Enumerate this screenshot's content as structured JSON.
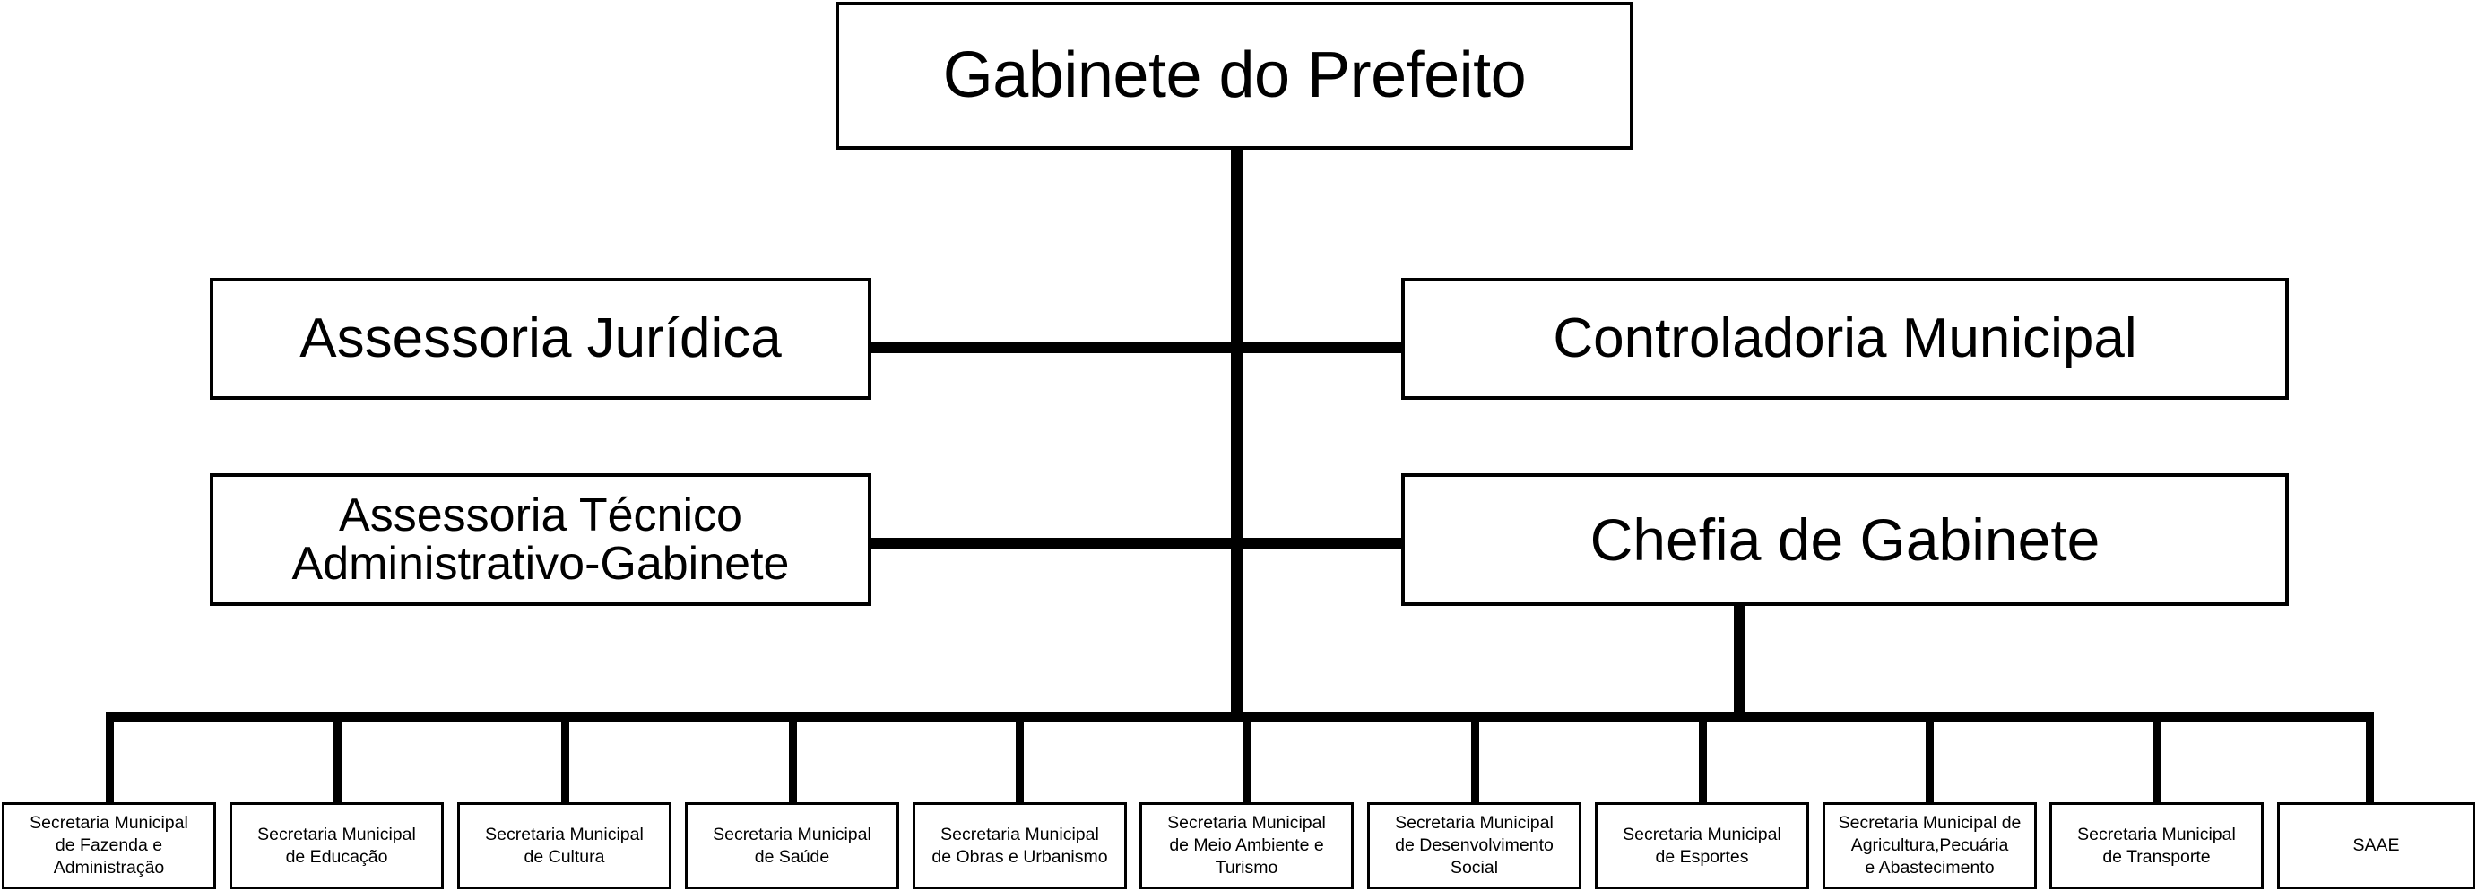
{
  "chart_data": {
    "type": "diagram",
    "diagram_kind": "organizational-chart",
    "title": "Gabinete do Prefeito",
    "orientation": "top-down",
    "background_color": "#ffffff",
    "line_color": "#000000",
    "box_fill": "#ffffff",
    "levels": [
      {
        "level": 1,
        "nodes": [
          {
            "id": "gabinete-prefeito",
            "label": "Gabinete do Prefeito"
          }
        ]
      },
      {
        "level": 2,
        "nodes": [
          {
            "id": "assessoria-juridica",
            "label": "Assessoria Jurídica",
            "side": "left"
          },
          {
            "id": "controladoria-municipal",
            "label": "Controladoria Municipal",
            "side": "right"
          }
        ]
      },
      {
        "level": 3,
        "nodes": [
          {
            "id": "assessoria-tecnico",
            "label": "Assessoria Técnico\nAdministrativo-Gabinete",
            "side": "left"
          },
          {
            "id": "chefia-gabinete",
            "label": "Chefia de Gabinete",
            "side": "right"
          }
        ]
      }
    ],
    "secretariats": [
      {
        "id": "fazenda",
        "label": "Secretaria Municipal\nde Fazenda e\nAdministração"
      },
      {
        "id": "educacao",
        "label": "Secretaria Municipal\nde Educação"
      },
      {
        "id": "cultura",
        "label": "Secretaria Municipal\nde Cultura"
      },
      {
        "id": "saude",
        "label": "Secretaria Municipal\nde Saúde"
      },
      {
        "id": "obras",
        "label": "Secretaria Municipal\nde Obras e Urbanismo"
      },
      {
        "id": "meio-ambiente",
        "label": "Secretaria Municipal\nde Meio Ambiente e\nTurismo"
      },
      {
        "id": "desenvolvimento-social",
        "label": "Secretaria Municipal\nde Desenvolvimento\nSocial"
      },
      {
        "id": "esportes",
        "label": "Secretaria Municipal\nde Esportes"
      },
      {
        "id": "agricultura",
        "label": "Secretaria Municipal de\nAgricultura,Pecuária\ne Abastecimento"
      },
      {
        "id": "transporte",
        "label": "Secretaria Municipal\nde Transporte"
      },
      {
        "id": "saae",
        "label": "SAAE"
      }
    ],
    "connections": [
      {
        "from": "gabinete-prefeito",
        "to": "assessoria-juridica"
      },
      {
        "from": "gabinete-prefeito",
        "to": "controladoria-municipal"
      },
      {
        "from": "gabinete-prefeito",
        "to": "assessoria-tecnico"
      },
      {
        "from": "gabinete-prefeito",
        "to": "chefia-gabinete"
      },
      {
        "from": "chefia-gabinete",
        "to": "fazenda"
      },
      {
        "from": "chefia-gabinete",
        "to": "educacao"
      },
      {
        "from": "chefia-gabinete",
        "to": "cultura"
      },
      {
        "from": "chefia-gabinete",
        "to": "saude"
      },
      {
        "from": "chefia-gabinete",
        "to": "obras"
      },
      {
        "from": "chefia-gabinete",
        "to": "meio-ambiente"
      },
      {
        "from": "chefia-gabinete",
        "to": "desenvolvimento-social"
      },
      {
        "from": "chefia-gabinete",
        "to": "esportes"
      },
      {
        "from": "chefia-gabinete",
        "to": "agricultura"
      },
      {
        "from": "chefia-gabinete",
        "to": "transporte"
      },
      {
        "from": "chefia-gabinete",
        "to": "saae"
      }
    ]
  }
}
